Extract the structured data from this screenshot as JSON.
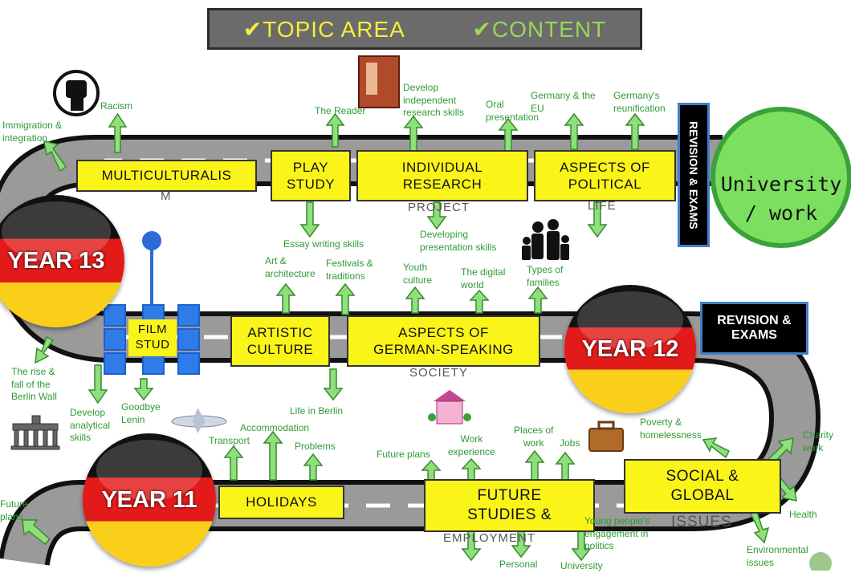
{
  "header": {
    "topic": "✔TOPIC AREA",
    "content": "✔CONTENT"
  },
  "destination": {
    "line1": "University",
    "line2": "/ work"
  },
  "revision_vertical": "REVISION & EXAMS",
  "revision_year12": {
    "line1": "REVISION &",
    "line2": "EXAMS"
  },
  "years": {
    "y13": "YEAR 13",
    "y12": "YEAR 12",
    "y11": "YEAR 11"
  },
  "row1": {
    "multiculturalism": "MULTICULTURALIS",
    "play_study": {
      "line1": "PLAY",
      "line2": "STUDY"
    },
    "research": {
      "line1": "INDIVIDUAL",
      "line2": "RESEARCH"
    },
    "political": {
      "line1": "ASPECTS OF",
      "line2": "POLITICAL"
    },
    "ghost_m": "M",
    "ghost_project": "PROJECT",
    "ghost_life": "LIFE",
    "labels": {
      "immigration": [
        "Immigration &",
        "integration"
      ],
      "racism": "Racism",
      "the_reader": "The Reader",
      "dev_research": [
        "Develop",
        "independent",
        "research skills"
      ],
      "oral": [
        "Oral",
        "presentation"
      ],
      "germany_eu": [
        "Germany & the",
        "EU"
      ],
      "reunification": [
        "Germany's",
        "reunification"
      ],
      "essay": "Essay writing skills",
      "dev_presentation": [
        "Developing",
        "presentation skills"
      ]
    }
  },
  "row2": {
    "film_study": {
      "line1": "FILM",
      "line2": "STUD"
    },
    "artistic": {
      "line1": "ARTISTIC",
      "line2": "CULTURE"
    },
    "german_speaking": {
      "line1": "ASPECTS OF",
      "line2": "GERMAN-SPEAKING"
    },
    "ghost_society": "SOCIETY",
    "labels": {
      "art": [
        "Art &",
        "architecture"
      ],
      "festivals": [
        "Festivals &",
        "traditions"
      ],
      "youth": [
        "Youth",
        "culture"
      ],
      "digital": [
        "The digital",
        "world"
      ],
      "families": [
        "Types of",
        "families"
      ],
      "berlin_wall": [
        "The rise &",
        "fall of the",
        "Berlin Wall"
      ],
      "analytical": [
        "Develop",
        "analytical",
        "skills"
      ],
      "goodbye": [
        "Goodbye",
        "Lenin"
      ],
      "life_berlin": "Life in Berlin"
    }
  },
  "row3": {
    "holidays": "HOLIDAYS",
    "future_studies": {
      "line1": "FUTURE",
      "line2": "STUDIES &"
    },
    "ghost_employment": "EMPLOYMENT",
    "social": {
      "line1": "SOCIAL &",
      "line2": "GLOBAL"
    },
    "ghost_issues": "ISSUES",
    "labels": {
      "future_plans_left": [
        "Future",
        "plans"
      ],
      "transport": "Transport",
      "accommodation": "Accommodation",
      "problems": "Problems",
      "future_plans": "Future plans",
      "work_experience": [
        "Work",
        "experience"
      ],
      "places_of_work": [
        "Places of",
        "work"
      ],
      "jobs": "Jobs",
      "poverty": [
        "Poverty &",
        "homelessness"
      ],
      "charity": [
        "Charity",
        "work"
      ],
      "health": "Health",
      "environmental": [
        "Environmental",
        "issues"
      ],
      "young_people": [
        "Young people's",
        "engagement in",
        "politics"
      ],
      "personal": "Personal",
      "university": "University"
    }
  },
  "colors": {
    "box": "#fbf419",
    "label": "#2e9a36",
    "arrow": "#8fe07a",
    "road": "#8a8a8a"
  }
}
